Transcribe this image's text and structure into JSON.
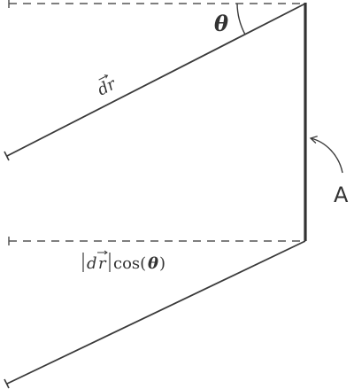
{
  "labels": {
    "theta": "θ",
    "dr": "dr",
    "point_label": "A",
    "projection_d": "d",
    "projection_r": "r",
    "projection_cos": "cos(",
    "projection_theta": "θ",
    "projection_close": ")"
  },
  "colors": {
    "stroke": "#3a3a3a",
    "heavy_stroke": "#333333",
    "dashed_stroke": "#555555"
  }
}
